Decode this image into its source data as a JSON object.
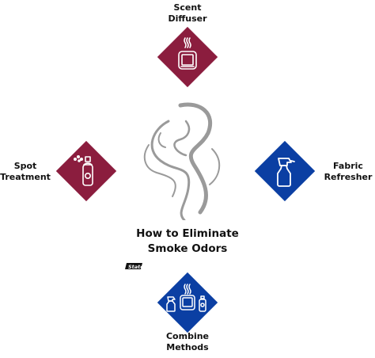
{
  "colors": {
    "maroon": "#8b1d3e",
    "blue": "#0b3fa3",
    "smoke": "#9a9a9a"
  },
  "nodes": {
    "scent_diffuser": {
      "line1": "Scent",
      "line2": "Diffuser",
      "icon": "diffuser-icon"
    },
    "fabric_refresher": {
      "line1": "Fabric",
      "line2": "Refresher",
      "icon": "spray-bottle-icon"
    },
    "spot_treatment": {
      "line1": "Spot",
      "line2": "Treatment",
      "icon": "aerosol-can-icon"
    },
    "combine_methods": {
      "line1": "Combine",
      "line2": "Methods",
      "icon": "combined-products-icon"
    }
  },
  "center": {
    "title_line1": "How to Eliminate",
    "title_line2": "Smoke Odors",
    "icon": "smoke-icon"
  },
  "logo": {
    "text": "State"
  }
}
